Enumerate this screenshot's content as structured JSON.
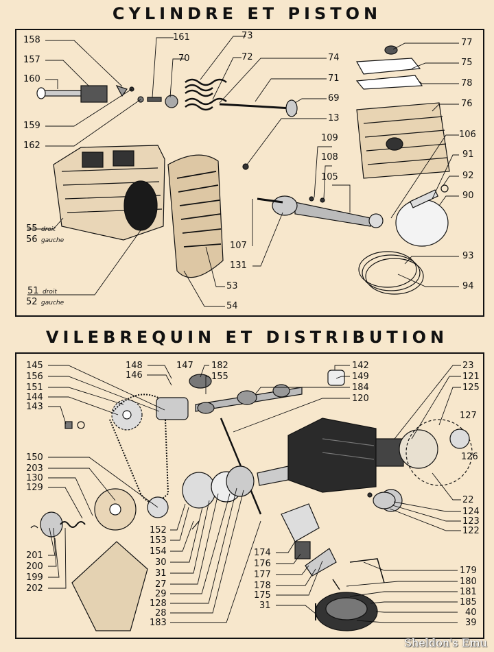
{
  "title_top": "CYLINDRE ET PISTON",
  "title_bottom": "VILEBREQUIN ET DISTRIBUTION",
  "watermark": "Sheldon's Emu",
  "top_labels": {
    "l158": "158",
    "l157": "157",
    "l160": "160",
    "l159": "159",
    "l162": "162",
    "l161": "161",
    "l70": "70",
    "l73": "73",
    "l72": "72",
    "l74": "74",
    "l71": "71",
    "l69": "69",
    "l13": "13",
    "l77": "77",
    "l75": "75",
    "l78": "78",
    "l76": "76",
    "l106": "106",
    "l109": "109",
    "l108": "108",
    "l105": "105",
    "l91": "91",
    "l92": "92",
    "l90": "90",
    "l93": "93",
    "l94": "94",
    "l107": "107",
    "l131": "131",
    "l53": "53",
    "l54": "54",
    "l55": "55",
    "l55s": "droit",
    "l56": "56",
    "l56s": "gauche",
    "l51": "51",
    "l51s": "droit",
    "l52": "52",
    "l52s": "gauche"
  },
  "bottom_labels": {
    "l145": "145",
    "l156": "156",
    "l151": "151",
    "l144": "144",
    "l143": "143",
    "l148": "148",
    "l147": "147",
    "l146": "146",
    "l182": "182",
    "l155": "155",
    "l142": "142",
    "l149": "149",
    "l184": "184",
    "l120": "120",
    "l23": "23",
    "l121": "121",
    "l125": "125",
    "l127": "127",
    "l126": "126",
    "l150": "150",
    "l203": "203",
    "l130": "130",
    "l129": "129",
    "l22": "22",
    "l124": "124",
    "l123": "123",
    "l122": "122",
    "l152": "152",
    "l153": "153",
    "l154": "154",
    "l30": "30",
    "l31a": "31",
    "l27": "27",
    "l29": "29",
    "l128": "128",
    "l28": "28",
    "l183": "183",
    "l201": "201",
    "l200": "200",
    "l199": "199",
    "l202": "202",
    "l174": "174",
    "l176": "176",
    "l177": "177",
    "l178": "178",
    "l175": "175",
    "l31b": "31",
    "l179": "179",
    "l180": "180",
    "l181": "181",
    "l185": "185",
    "l40": "40",
    "l39": "39"
  }
}
